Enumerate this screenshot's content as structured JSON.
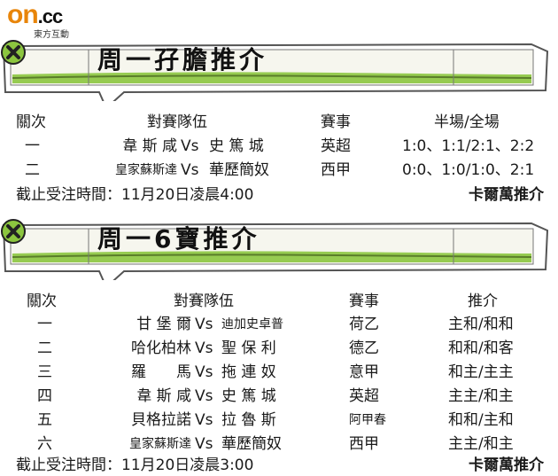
{
  "logo": {
    "main_on": "on",
    "main_cc": ".cc",
    "sub": "東方互動"
  },
  "sections": [
    {
      "title": "周一孖膽推介",
      "headers": {
        "round": "關次",
        "teams": "對賽隊伍",
        "league": "賽事",
        "pick": "半場/全場"
      },
      "rows": [
        {
          "round": "一",
          "home": "韋 斯 咸",
          "vs": "Vs",
          "away": "史 篤 城",
          "league": "英超",
          "pick": "1:0、1:1/2:1、2:2"
        },
        {
          "round": "二",
          "home": "皇家蘇斯達",
          "vs": "Vs",
          "away": "華歷簡奴",
          "league": "西甲",
          "pick": "0:0、1:0/1:0、2:1"
        }
      ],
      "deadline": "截止受注時間：11月20日凌晨4:00",
      "author": "卡爾萬推介"
    },
    {
      "title": "周一6寶推介",
      "headers": {
        "round": "關次",
        "teams": "對賽隊伍",
        "league": "賽事",
        "pick": "推介"
      },
      "rows": [
        {
          "round": "一",
          "home": "甘 堡 爾",
          "vs": "Vs",
          "away": "迪加史卓普",
          "league": "荷乙",
          "pick": "主和/和和"
        },
        {
          "round": "二",
          "home": "哈化柏林",
          "vs": "Vs",
          "away": "聖 保 利",
          "league": "德乙",
          "pick": "和和/和客"
        },
        {
          "round": "三",
          "home": "羅　　馬",
          "vs": "Vs",
          "away": "拖 連 奴",
          "league": "意甲",
          "pick": "和主/主主"
        },
        {
          "round": "四",
          "home": "韋 斯 咸",
          "vs": "Vs",
          "away": "史 篤 城",
          "league": "英超",
          "pick": "主主/和主"
        },
        {
          "round": "五",
          "home": "貝格拉諾",
          "vs": "Vs",
          "away": "拉 魯 斯",
          "league": "阿甲春",
          "pick": "和和/主和"
        },
        {
          "round": "六",
          "home": "皇家蘇斯達",
          "vs": "Vs",
          "away": "華歷簡奴",
          "league": "西甲",
          "pick": "主主/和主"
        }
      ],
      "deadline": "截止受注時間：11月20日凌晨3:00",
      "author": "卡爾萬推介"
    }
  ],
  "colors": {
    "banner_green": "#8cc63f",
    "banner_dark": "#5a7d2a",
    "frame": "#555555",
    "logo_orange": "#e8850a"
  },
  "icons": {
    "close": "close-icon"
  }
}
